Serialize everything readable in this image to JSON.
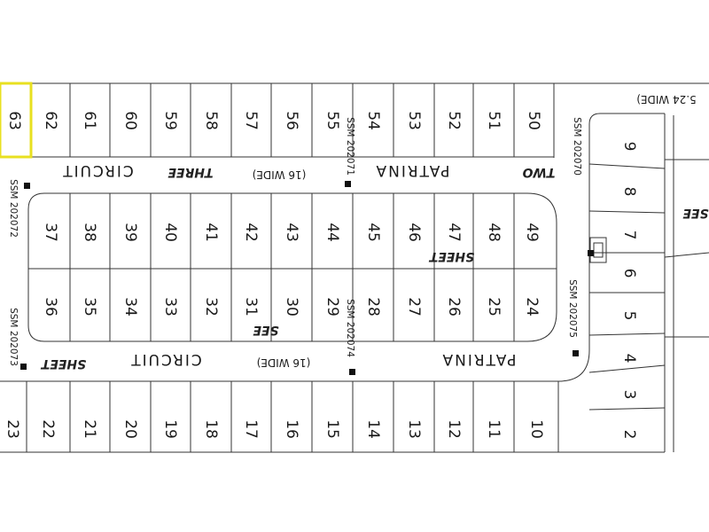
{
  "streets": {
    "upper_circuit": "CIRCUIT",
    "upper_patrina": "PATRINA",
    "upper_width": "(16  WIDE)",
    "lower_circuit": "CIRCUIT",
    "lower_patrina": "PATRINA",
    "lower_width": "(16  WIDE)",
    "top_right_width": "5.24 WIDE)"
  },
  "survey_marks": {
    "ssm_202071": "SSM  202071",
    "ssm_202072": "SSM  202072",
    "ssm_202073": "SSM  202073",
    "ssm_202074": "SSM  202074",
    "ssm_202070": "SSM  202070",
    "ssm_202075": "SSM  202075"
  },
  "sheet_notes": {
    "two": "TWO",
    "three": "THREE",
    "sheet_mid": "SHEET",
    "see_mid": "SEE",
    "sheet_left": "SHEET",
    "see_right": "SEE"
  },
  "lots": {
    "top_row": [
      "63",
      "62",
      "61",
      "60",
      "59",
      "58",
      "57",
      "56",
      "55",
      "54",
      "53",
      "52",
      "51",
      "50"
    ],
    "middle_upper": [
      "37",
      "38",
      "39",
      "40",
      "41",
      "42",
      "43",
      "44",
      "45",
      "46",
      "47",
      "48",
      "49"
    ],
    "middle_lower": [
      "36",
      "35",
      "34",
      "33",
      "32",
      "31",
      "30",
      "29",
      "28",
      "27",
      "26",
      "25",
      "24"
    ],
    "bottom_row": [
      "23",
      "22",
      "21",
      "20",
      "19",
      "18",
      "17",
      "16",
      "15",
      "14",
      "13",
      "12",
      "11",
      "10"
    ],
    "right_column": [
      "9",
      "8",
      "7",
      "6",
      "5",
      "4",
      "3",
      "2"
    ]
  },
  "highlight": {
    "lot": "63",
    "color": "#e8e020"
  },
  "colors": {
    "line": "#333333",
    "background": "#ffffff"
  }
}
